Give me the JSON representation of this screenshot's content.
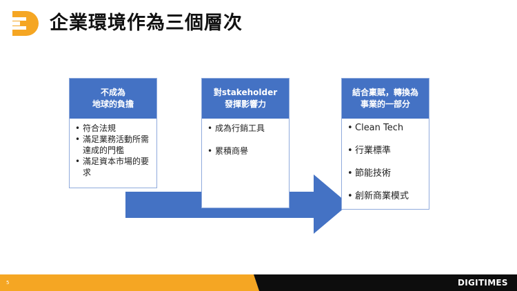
{
  "slide": {
    "title": "企業環境作為三個層次",
    "page_number": "5",
    "brand": "DIGITIMES"
  },
  "colors": {
    "accent_orange": "#f5a623",
    "header_blue": "#4472c4",
    "arrow_blue": "#4472c4",
    "footer_black": "#0d0d0d"
  },
  "boxes": [
    {
      "header_lines": [
        "不成為",
        "地球的負擔"
      ],
      "bullets": [
        "符合法規",
        "滿足業務活動所需達成的門檻",
        "滿足資本市場的要求"
      ]
    },
    {
      "header_lines": [
        "對stakeholder",
        "發揮影響力"
      ],
      "bullets": [
        "成為行銷工具",
        "累積商譽"
      ]
    },
    {
      "header_lines": [
        "結合稟賦，轉換為",
        "事業的一部分"
      ],
      "bullets": [
        "Clean Tech",
        "行業標準",
        "節能技術",
        "創新商業模式"
      ]
    }
  ]
}
